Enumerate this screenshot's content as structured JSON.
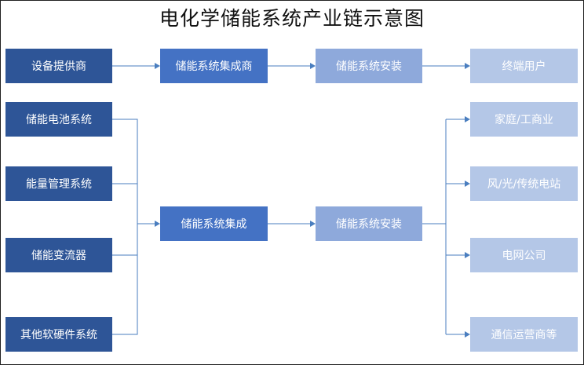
{
  "title": "电化学储能系统产业链示意图",
  "colors": {
    "dark": "#2e5597",
    "mid": "#4472c4",
    "light": "#8ea9db",
    "lightest": "#b4c7e7",
    "connector": "#4a7ebf"
  },
  "row1": {
    "equipment_provider": "设备提供商",
    "integrator": "储能系统集成商",
    "installation": "储能系统安装",
    "end_user": "终端用户"
  },
  "components": [
    "储能电池系统",
    "能量管理系统",
    "储能变流器",
    "其他软硬件系统"
  ],
  "middle": {
    "integration": "储能系统集成",
    "installation": "储能系统安装"
  },
  "users": [
    "家庭/工商业",
    "风/光/传统电站",
    "电网公司",
    "通信运营商等"
  ]
}
